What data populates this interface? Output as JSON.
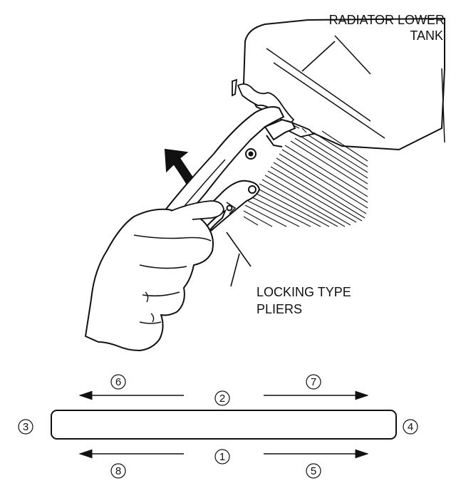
{
  "labels": {
    "radiator_line1": "RADIATOR LOWER",
    "radiator_line2": "TANK",
    "pliers_line1": "LOCKING TYPE",
    "pliers_line2": "PLIERS"
  },
  "sequence": {
    "n1": "1",
    "n2": "2",
    "n3": "3",
    "n4": "4",
    "n5": "5",
    "n6": "6",
    "n7": "7",
    "n8": "8"
  }
}
